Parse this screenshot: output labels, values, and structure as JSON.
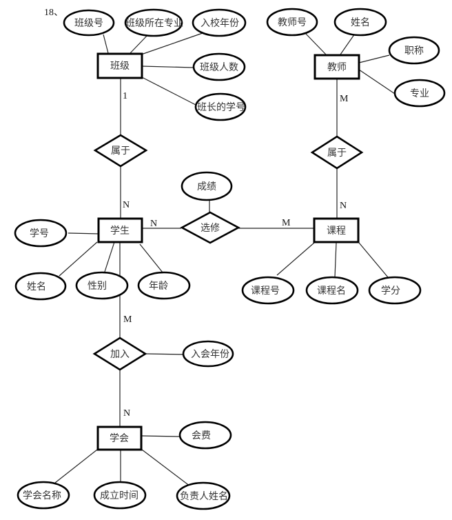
{
  "question_number": "18、",
  "entities": [
    {
      "id": "class",
      "label": "班级"
    },
    {
      "id": "teacher",
      "label": "教师"
    },
    {
      "id": "student",
      "label": "学生"
    },
    {
      "id": "course",
      "label": "课程"
    },
    {
      "id": "society",
      "label": "学会"
    }
  ],
  "relationships": [
    {
      "id": "belongs1",
      "label": "属于"
    },
    {
      "id": "belongs2",
      "label": "属于"
    },
    {
      "id": "elective",
      "label": "选修"
    },
    {
      "id": "join",
      "label": "加入"
    }
  ],
  "attributes": [
    {
      "id": "class_no",
      "label": "班级号",
      "owner": "class"
    },
    {
      "id": "class_major",
      "label": "班级所在专业",
      "owner": "class"
    },
    {
      "id": "enroll_year",
      "label": "入校年份",
      "owner": "class"
    },
    {
      "id": "class_size",
      "label": "班级人数",
      "owner": "class"
    },
    {
      "id": "monitor_id",
      "label": "班长的学号",
      "owner": "class"
    },
    {
      "id": "teacher_no",
      "label": "教师号",
      "owner": "teacher"
    },
    {
      "id": "teacher_name",
      "label": "姓名",
      "owner": "teacher"
    },
    {
      "id": "title",
      "label": "职称",
      "owner": "teacher"
    },
    {
      "id": "teacher_major",
      "label": "专业",
      "owner": "teacher"
    },
    {
      "id": "grade",
      "label": "成绩",
      "owner": "elective"
    },
    {
      "id": "student_no",
      "label": "学号",
      "owner": "student"
    },
    {
      "id": "student_name",
      "label": "姓名",
      "owner": "student"
    },
    {
      "id": "gender",
      "label": "性别",
      "owner": "student"
    },
    {
      "id": "age",
      "label": "年龄",
      "owner": "student"
    },
    {
      "id": "course_no",
      "label": "课程号",
      "owner": "course"
    },
    {
      "id": "course_name",
      "label": "课程名",
      "owner": "course"
    },
    {
      "id": "credit",
      "label": "学分",
      "owner": "course"
    },
    {
      "id": "join_year",
      "label": "入会年份",
      "owner": "join"
    },
    {
      "id": "fee",
      "label": "会费",
      "owner": "society"
    },
    {
      "id": "society_name",
      "label": "学会名称",
      "owner": "society"
    },
    {
      "id": "found_time",
      "label": "成立时间",
      "owner": "society"
    },
    {
      "id": "leader_name",
      "label": "负责人姓名",
      "owner": "society"
    }
  ],
  "cardinalities": [
    {
      "id": "class_belongs1",
      "label": "1"
    },
    {
      "id": "student_belongs1",
      "label": "N"
    },
    {
      "id": "teacher_belongs2",
      "label": "M"
    },
    {
      "id": "course_belongs2",
      "label": "N"
    },
    {
      "id": "student_elective",
      "label": "N"
    },
    {
      "id": "course_elective",
      "label": "M"
    },
    {
      "id": "student_join",
      "label": "M"
    },
    {
      "id": "society_join",
      "label": "N"
    }
  ]
}
